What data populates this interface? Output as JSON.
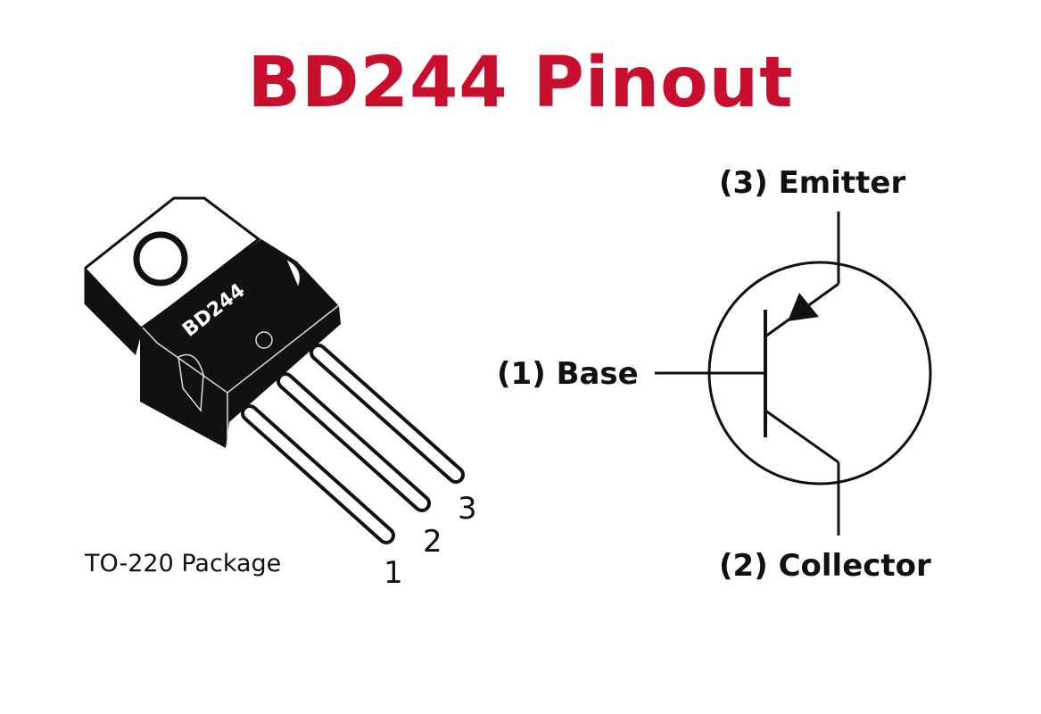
{
  "title": "BD244 Pinout",
  "package": {
    "marking": "BD244",
    "label": "TO-220 Package",
    "pin_numbers": [
      "1",
      "2",
      "3"
    ]
  },
  "symbol": {
    "type": "PNP transistor",
    "pins": {
      "emitter": "(3) Emitter",
      "base": "(1) Base",
      "collector": "(2) Collector"
    }
  },
  "colors": {
    "title": "#c8102e",
    "ink": "#111111"
  }
}
